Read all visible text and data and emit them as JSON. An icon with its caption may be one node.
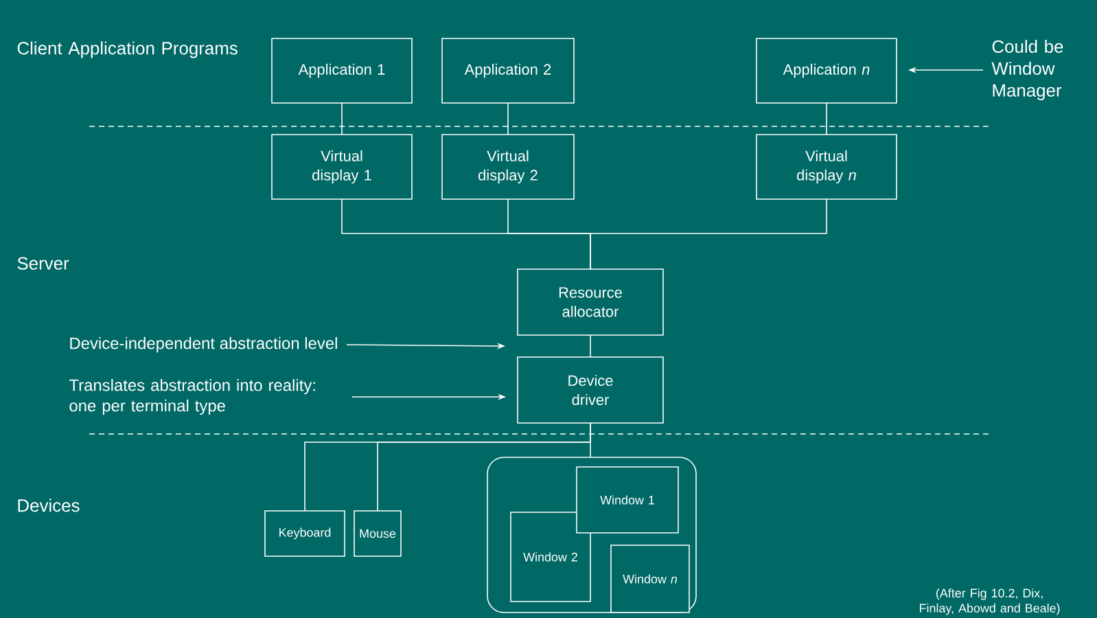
{
  "diagram": {
    "caption": "(After Fig 10.2, Dix, Finlay, Abowd and Beale)",
    "nodes": [
      {
        "text": [
          "Application 1"
        ]
      },
      {
        "text": [
          "Application 2"
        ]
      },
      {
        "text": [
          "Application *n*"
        ]
      },
      {
        "text": [
          "Virtual display 1"
        ]
      },
      {
        "text": [
          "Virtual display 2"
        ]
      },
      {
        "text": [
          "Virtual display *n*"
        ]
      },
      {
        "text": [
          "Resource allocator"
        ]
      },
      {
        "text": [
          "Device driver"
        ]
      },
      {
        "text": [
          "Keyboard"
        ]
      },
      {
        "text": [
          "Mouse"
        ]
      },
      {
        "text": [],
        "shape": "box"
      },
      {
        "text": [
          "Window 1"
        ],
        "in": 10
      },
      {
        "text": [
          "Window 2"
        ],
        "in": 10
      },
      {
        "text": [
          "Window *n*"
        ],
        "in": 10
      },
      {
        "text": [
          "Could be Window Manager"
        ]
      },
      {
        "text": [
          "Device-independent abstraction level"
        ]
      },
      {
        "text": [
          "Translates abstraction into reality: one per terminal type"
        ]
      }
    ],
    "edges": [
      {
        "from": 0,
        "to": 3,
        "arrow": "none"
      },
      {
        "from": 1,
        "to": 4,
        "arrow": "none"
      },
      {
        "from": 2,
        "to": 5,
        "arrow": "none"
      },
      {
        "from": 3,
        "to": 6,
        "arrow": "none"
      },
      {
        "from": 4,
        "to": 6,
        "arrow": "none"
      },
      {
        "from": 5,
        "to": 6,
        "arrow": "none"
      },
      {
        "from": 6,
        "to": 7,
        "arrow": "none"
      },
      {
        "from": 7,
        "to": 8,
        "arrow": "none"
      },
      {
        "from": 7,
        "to": 9,
        "arrow": "none"
      },
      {
        "from": 7,
        "to": 10,
        "arrow": "none"
      },
      {
        "from": 14,
        "to": 2,
        "arrow": "to"
      },
      {
        "from": 15,
        "to": null,
        "arrow": "to"
      },
      {
        "from": 16,
        "to": 7,
        "arrow": "to"
      }
    ],
    "labels": [
      "Client Application Programs",
      "Server",
      "Devices"
    ]
  }
}
